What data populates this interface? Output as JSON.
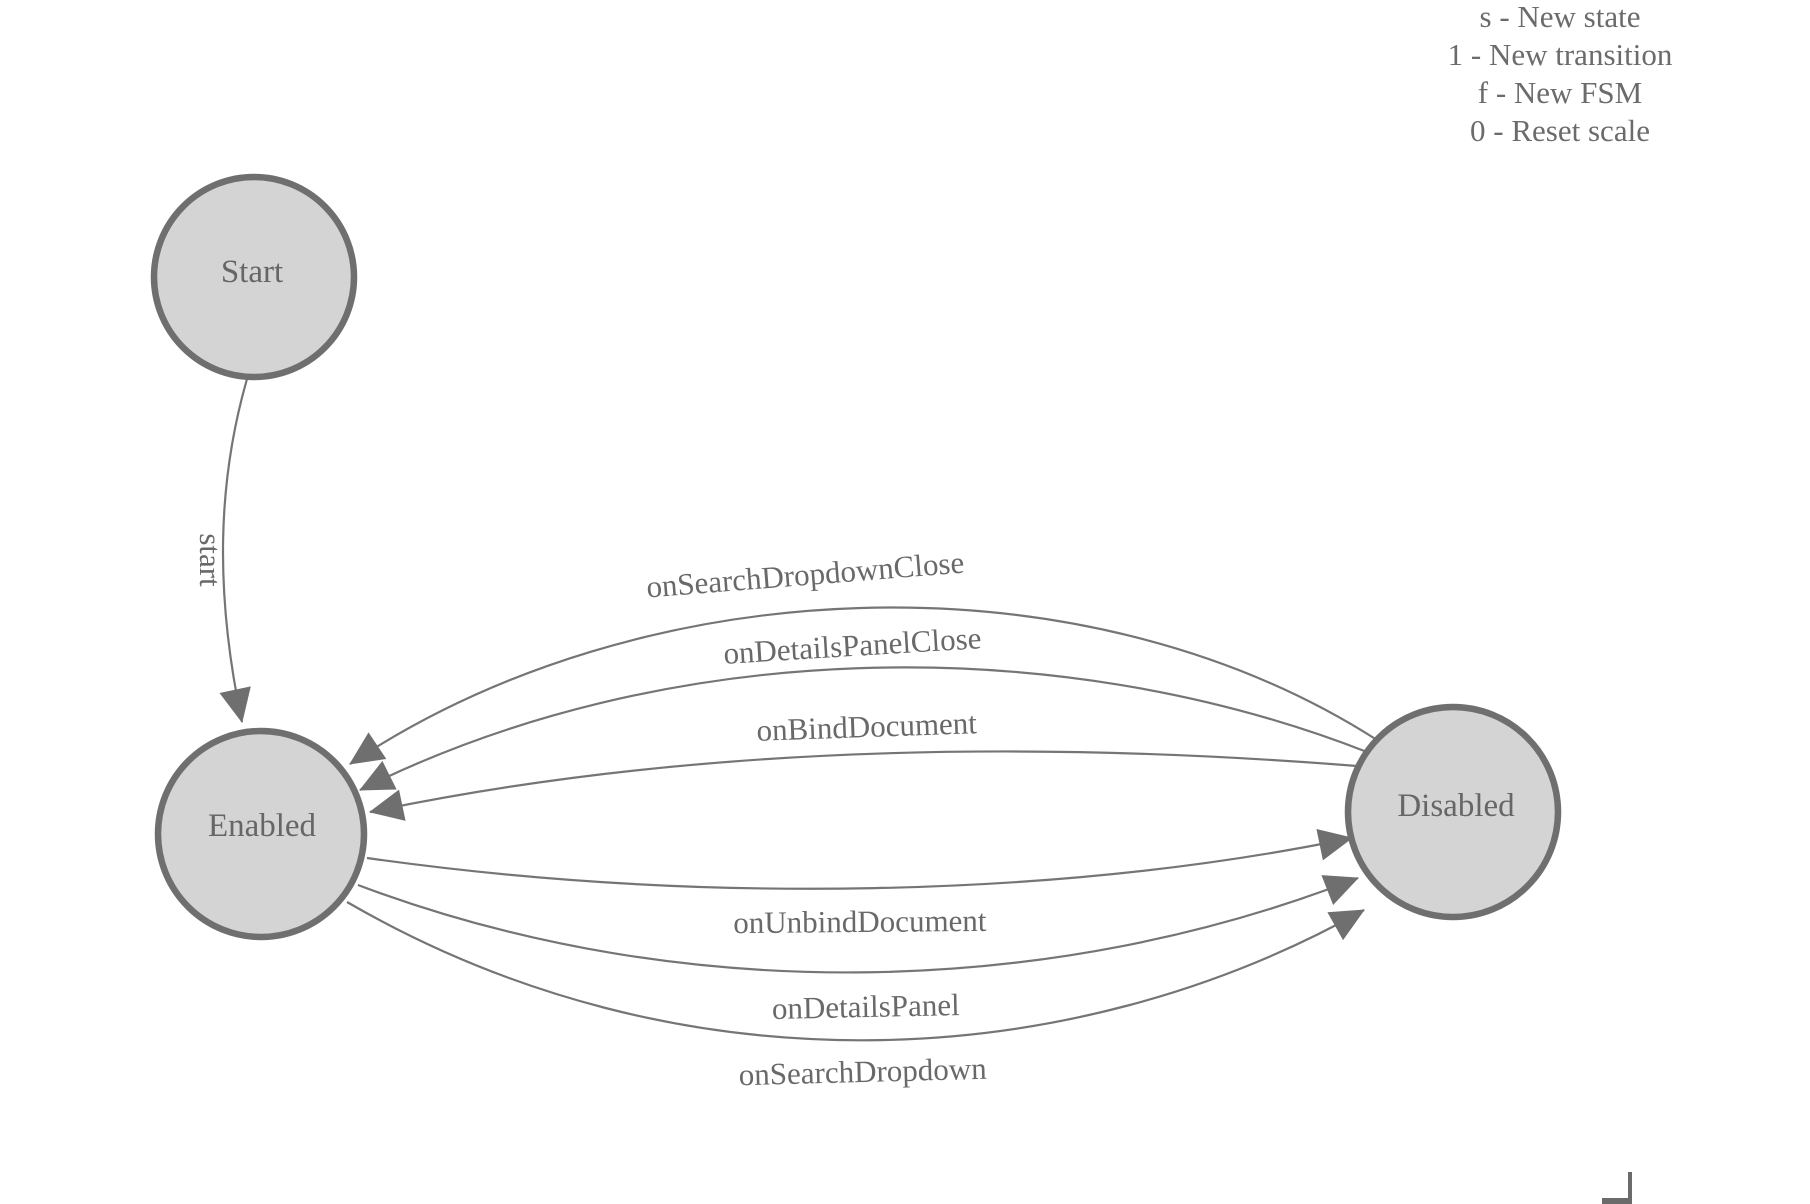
{
  "diagram": {
    "type": "finite-state-machine",
    "nodes": [
      {
        "id": "start",
        "label": "Start"
      },
      {
        "id": "enabled",
        "label": "Enabled"
      },
      {
        "id": "disabled",
        "label": "Disabled"
      }
    ],
    "edges": [
      {
        "label": "start",
        "from": "Start",
        "to": "Enabled"
      },
      {
        "label": "onSearchDropdownClose",
        "from": "Disabled",
        "to": "Enabled"
      },
      {
        "label": "onDetailsPanelClose",
        "from": "Disabled",
        "to": "Enabled"
      },
      {
        "label": "onBindDocument",
        "from": "Disabled",
        "to": "Enabled"
      },
      {
        "label": "onUnbindDocument",
        "from": "Enabled",
        "to": "Disabled"
      },
      {
        "label": "onDetailsPanel",
        "from": "Enabled",
        "to": "Disabled"
      },
      {
        "label": "onSearchDropdown",
        "from": "Enabled",
        "to": "Disabled"
      }
    ]
  },
  "legend": {
    "lines": [
      "s - New state",
      "1 - New transition",
      "f - New FSM",
      "0 - Reset scale"
    ]
  },
  "colors": {
    "node_fill": "#d4d4d4",
    "node_stroke": "#6f6f6f",
    "edge_stroke": "#757575",
    "arrow_fill": "#6f6f6f",
    "text": "#696969",
    "background": "#ffffff"
  }
}
